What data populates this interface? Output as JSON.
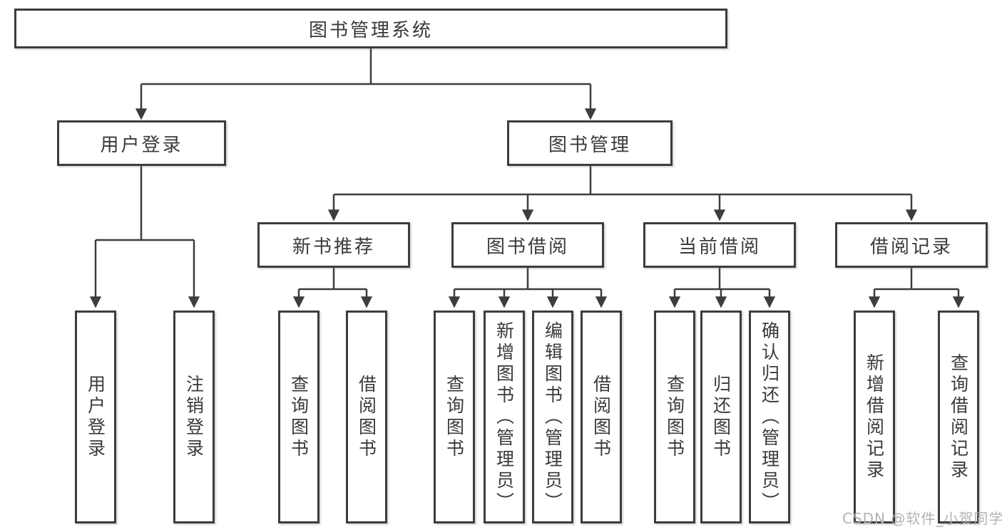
{
  "tree": {
    "root": {
      "label": "图书管理系统"
    },
    "user_login": {
      "label": "用户登录",
      "children": [
        {
          "label": "用户登录"
        },
        {
          "label": "注销登录"
        }
      ]
    },
    "book_management": {
      "label": "图书管理",
      "children": [
        {
          "label": "新书推荐",
          "children": [
            {
              "label": "查询图书"
            },
            {
              "label": "借阅图书"
            }
          ]
        },
        {
          "label": "图书借阅",
          "children": [
            {
              "label": "查询图书"
            },
            {
              "label": "新增图书（管理员）"
            },
            {
              "label": "编辑图书（管理员）"
            },
            {
              "label": "借阅图书"
            }
          ]
        },
        {
          "label": "当前借阅",
          "children": [
            {
              "label": "查询图书"
            },
            {
              "label": "归还图书"
            },
            {
              "label": "确认归还（管理员）"
            }
          ]
        },
        {
          "label": "借阅记录",
          "children": [
            {
              "label": "新增借阅记录"
            },
            {
              "label": "查询借阅记录"
            }
          ]
        }
      ]
    }
  },
  "watermark": "CSDN @软件_小贺同学",
  "colors": {
    "line": "#3d3d3d",
    "text": "#3a3a3a",
    "background": "#ffffff",
    "watermark": "#afafaf"
  }
}
